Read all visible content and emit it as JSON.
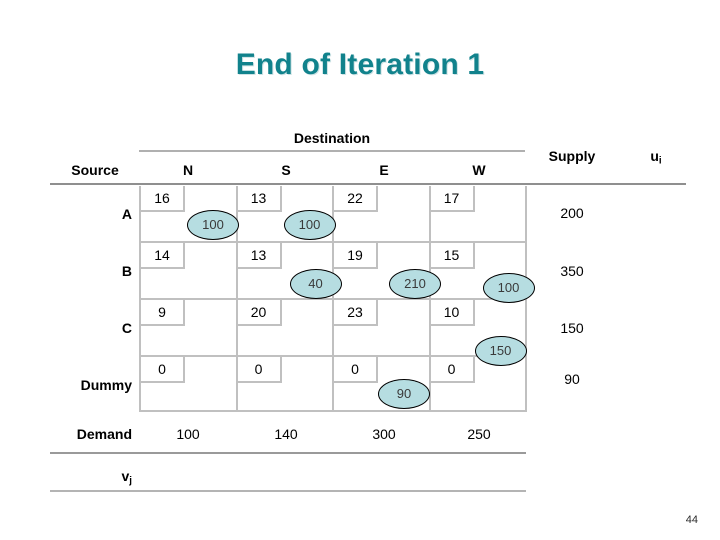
{
  "slide": {
    "title": "End of Iteration 1",
    "page_number": "44",
    "title_color": "#11828c",
    "allocation_fill": "#b6dde1"
  },
  "table": {
    "source_header": "Source",
    "destination_header": "Destination",
    "supply_header": "Supply",
    "ui_header_base": "u",
    "ui_header_sub": "i",
    "vj_label_base": "v",
    "vj_label_sub": "j",
    "demand_header": "Demand",
    "columns": [
      "N",
      "S",
      "E",
      "W"
    ],
    "rows": [
      {
        "label": "A",
        "supply": "200",
        "ui": "",
        "costs": [
          "16",
          "13",
          "22",
          "17"
        ],
        "allocations": [
          "100",
          "100",
          "",
          ""
        ]
      },
      {
        "label": "B",
        "supply": "350",
        "ui": "",
        "costs": [
          "14",
          "13",
          "19",
          "15"
        ],
        "allocations": [
          "",
          "40",
          "210",
          "100"
        ]
      },
      {
        "label": "C",
        "supply": "150",
        "ui": "",
        "costs": [
          "9",
          "20",
          "23",
          "10"
        ],
        "allocations": [
          "",
          "",
          "",
          "150"
        ]
      },
      {
        "label": "Dummy",
        "supply": "90",
        "ui": "",
        "costs": [
          "0",
          "0",
          "0",
          "0"
        ],
        "allocations": [
          "",
          "",
          "90",
          ""
        ]
      }
    ],
    "demand": [
      "100",
      "140",
      "300",
      "250"
    ],
    "vj": [
      "",
      "",
      "",
      ""
    ]
  }
}
